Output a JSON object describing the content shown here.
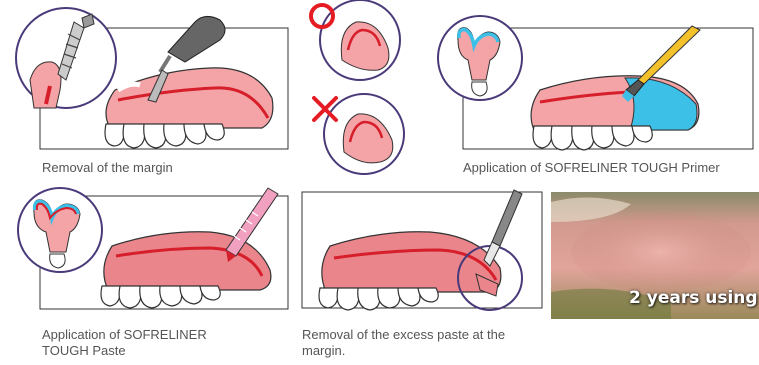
{
  "steps": [
    {
      "caption": "Removal of the margin"
    },
    {
      "caption": ""
    },
    {
      "caption": "Application of SOFRELINER TOUGH Primer"
    },
    {
      "caption": "Application of SOFRELINER TOUGH Paste"
    },
    {
      "caption": "Removal of the excess paste at the margin."
    }
  ],
  "photo": {
    "label": "2 years using"
  },
  "colors": {
    "gum": "#f4a3a6",
    "gum_dark": "#e9858b",
    "margin_line": "#d61f2a",
    "circle_border": "#4a3a7a",
    "primer_blue": "#3cc0e8",
    "ok_mark": "#e51c24",
    "ng_mark": "#e51c24"
  },
  "icons": [
    "carbide-bur-icon",
    "dental-drill-icon",
    "brush-icon",
    "syringe-icon",
    "scalpel-icon",
    "correct-circle-icon",
    "wrong-cross-icon"
  ]
}
